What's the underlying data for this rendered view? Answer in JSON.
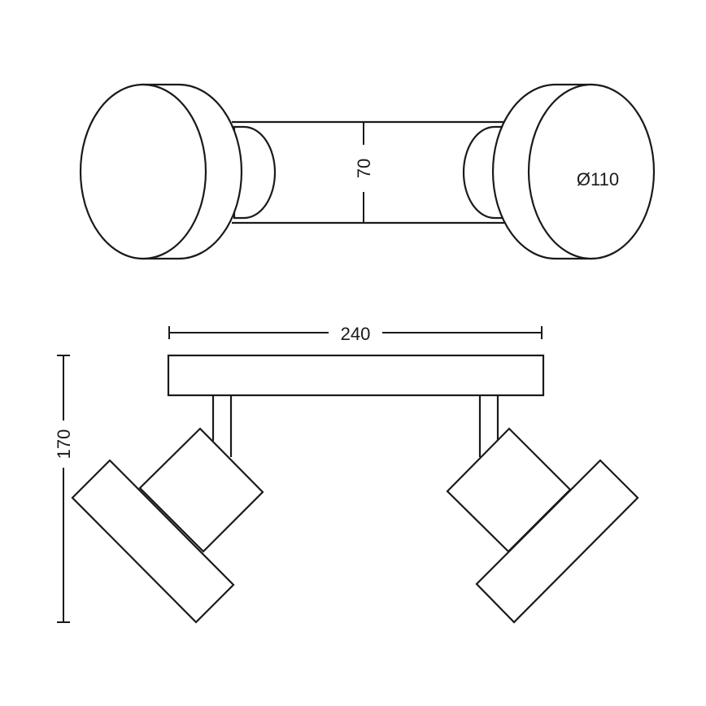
{
  "diagram": {
    "type": "technical-dimension-drawing",
    "subject": "two-spot ceiling light",
    "views": [
      {
        "name": "top-view",
        "labels": [
          "70",
          "Ø110"
        ]
      },
      {
        "name": "front-view",
        "labels": [
          "240",
          "170"
        ]
      }
    ]
  },
  "dimensions": {
    "bar_width": "70",
    "spot_diameter": "Ø110",
    "total_length": "240",
    "total_height": "170"
  },
  "colors": {
    "line": "#1a1a1a",
    "background": "#ffffff"
  }
}
